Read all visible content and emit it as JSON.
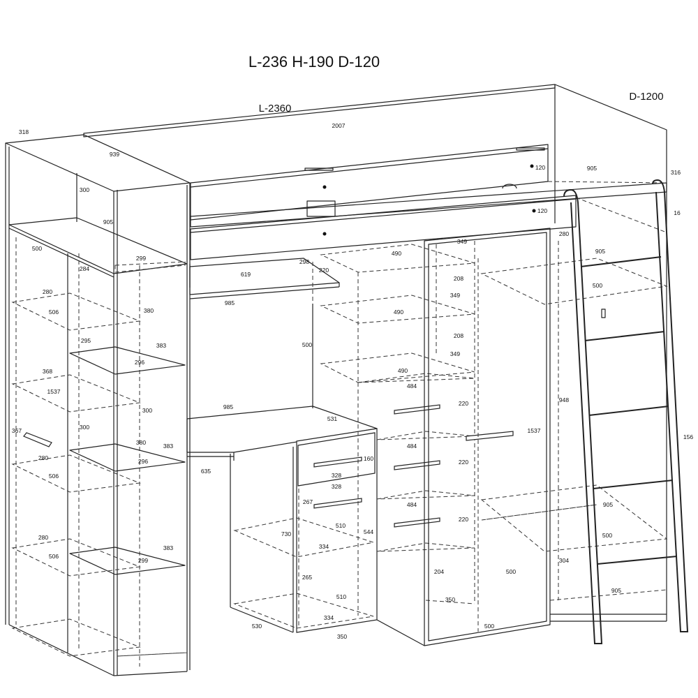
{
  "title": "L-236 H-190 D-120",
  "length_label": "L-2360",
  "depth_label": "D-1200",
  "dimensions": [
    "318",
    "939",
    "300",
    "905",
    "500",
    "284",
    "299",
    "280",
    "506",
    "380",
    "295",
    "383",
    "296",
    "368",
    "1537",
    "300",
    "367",
    "300",
    "380",
    "298",
    "220",
    "619",
    "985",
    "500",
    "2007",
    "120",
    "905",
    "316",
    "120",
    "16",
    "280",
    "349",
    "490",
    "208",
    "349",
    "490",
    "208",
    "349",
    "490",
    "484",
    "220",
    "985",
    "531",
    "160",
    "328",
    "328",
    "267",
    "730",
    "510",
    "334",
    "544",
    "484",
    "220",
    "484",
    "220",
    "1537",
    "948",
    "156",
    "905",
    "500",
    "304",
    "500",
    "905",
    "204",
    "350",
    "500",
    "265",
    "510",
    "334",
    "530",
    "350",
    "635",
    "280",
    "506",
    "280",
    "506",
    "383",
    "296",
    "383",
    "299",
    "905",
    "500"
  ]
}
